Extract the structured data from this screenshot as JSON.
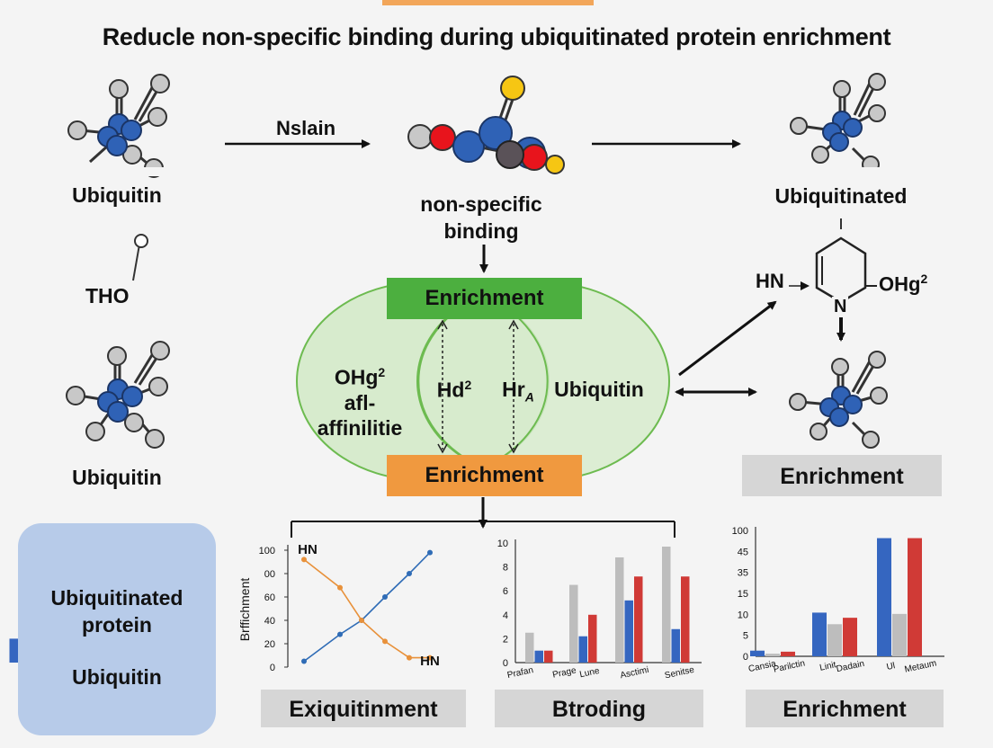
{
  "title": "Reducle non-specific binding during ubiquitinated protein enrichment",
  "labels": {
    "ubiquitin_top": "Ubiquitin",
    "arrow_label": "Nslain",
    "nonspecific_line1": "non-specific",
    "nonspecific_line2": "binding",
    "ubiquitinated_top": "Ubiquitinated",
    "tho": "THO",
    "ubiquitin_mid": "Ubiquitin",
    "hn_left": "HN",
    "ohg2_right": "OHg",
    "ohg2_sup": "2",
    "ring_n": "N"
  },
  "venn": {
    "top_bar": "Enrichment",
    "bottom_bar": "Enrichment",
    "left_line1": "OHg",
    "left_sup": "2",
    "left_line2": "afl-",
    "left_line3": "affinilitie",
    "center_left": "Hd",
    "center_left_sup": "2",
    "center_right": "Hr",
    "center_right_sub": "A",
    "right_text": "Ubiquitin"
  },
  "right_enrichment": "Enrichment",
  "left_box": {
    "line1": "Ubiquitinated",
    "line2": "protein",
    "line3": "Ubiquitin"
  },
  "colors": {
    "green": "#4caf3f",
    "orange": "#f0993f",
    "blue_atom": "#2f62b6",
    "gray_atom": "#c8c8c8",
    "red_atom": "#e8141c",
    "yellow_atom": "#f6c613",
    "dark_atom": "#5a5258",
    "venn_fill": "#d7ebcd",
    "venn_stroke": "#6dbb50",
    "bar_blue": "#3566c0",
    "bar_red": "#d03a36",
    "bar_gray": "#bdbdbd",
    "line_blue": "#2f6cb6",
    "line_orange": "#e8913a"
  },
  "chart_data": [
    {
      "type": "line",
      "ylabel": "Brffichment",
      "yticks": [
        "100",
        "00",
        "60",
        "40",
        "20",
        "0"
      ],
      "ylim": [
        0,
        100
      ],
      "annotations": [
        "HN",
        "HN"
      ],
      "series": [
        {
          "values": [
            [
              0,
              5
            ],
            [
              1,
              28
            ],
            [
              2,
              40
            ],
            [
              3,
              60
            ],
            [
              4,
              80
            ],
            [
              5,
              98
            ]
          ]
        },
        {
          "values": [
            [
              0,
              92
            ],
            [
              1,
              68
            ],
            [
              2,
              40
            ],
            [
              3,
              22
            ],
            [
              4,
              8
            ],
            [
              5,
              8
            ]
          ]
        }
      ],
      "caption": "Exiquitinment"
    },
    {
      "type": "bar",
      "yticks": [
        "10",
        "8",
        "6",
        "4",
        "2",
        "0"
      ],
      "ylim": [
        0,
        10
      ],
      "categories": [
        "Prafan",
        "Prage",
        "Lune",
        "Asctimi",
        "Senitse"
      ],
      "series": [
        {
          "values": [
            1.0,
            2.2,
            5.2,
            2.0,
            2.8
          ]
        },
        {
          "values": [
            2.5,
            6.5,
            8.8,
            0,
            9.7
          ]
        },
        {
          "values": [
            1.0,
            4.0,
            7.2,
            0,
            7.2
          ]
        }
      ],
      "caption": "Btroding"
    },
    {
      "type": "bar",
      "yticks": [
        "100",
        "45",
        "35",
        "15",
        "10",
        "5",
        "0"
      ],
      "categories": [
        "Cansia",
        "Parilctin",
        "Linit",
        "Dadain",
        "Ul",
        "Metaum"
      ],
      "series": [
        {
          "values": [
            2.2,
            17,
            46
          ]
        },
        {
          "values": [
            1,
            12.5,
            16.5
          ]
        },
        {
          "values": [
            1.8,
            15,
            46
          ]
        }
      ],
      "caption": "Enrichment"
    }
  ]
}
